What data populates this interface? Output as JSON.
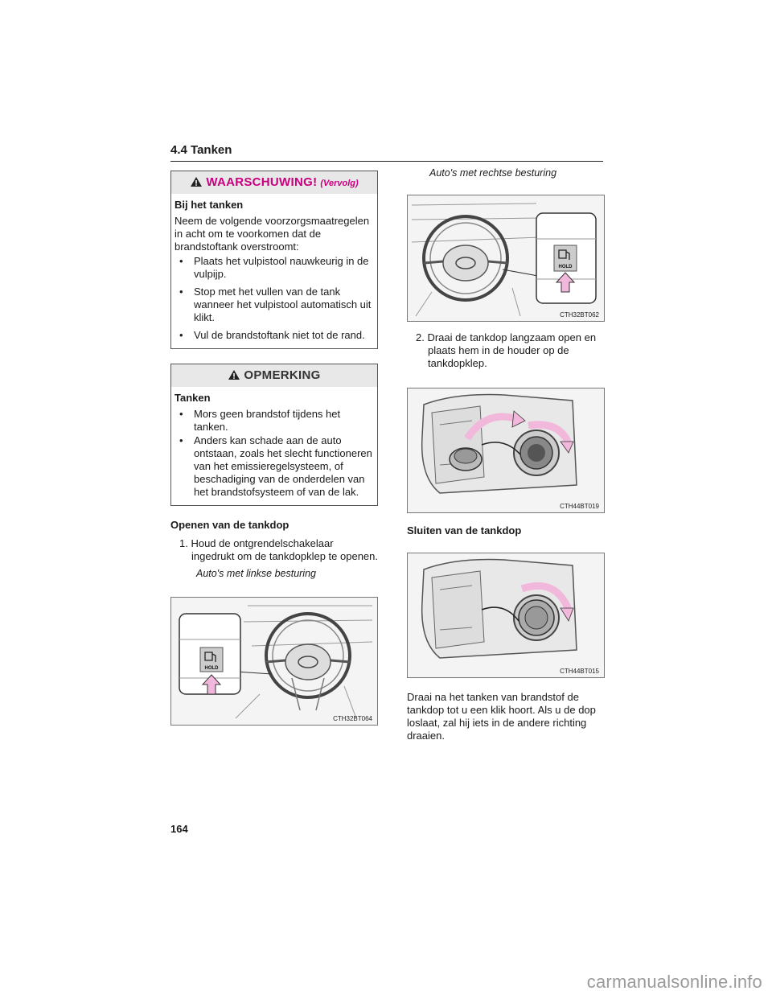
{
  "section": "4.4 Tanken",
  "warning": {
    "title": "WAARSCHUWING!",
    "subtitle": "(Vervolg)",
    "subheading": "Bij het tanken",
    "intro": "Neem de volgende voorzorgsmaatregelen in acht om te voorkomen dat de brandstoftank overstroomt:",
    "bullets": [
      "Plaats het vulpistool nauwkeurig in de vulpijp.",
      "Stop met het vullen van de tank wanneer het vulpistool automatisch uit klikt.",
      "Vul de brandstoftank niet tot de rand."
    ]
  },
  "note": {
    "title": "OPMERKING",
    "subheading": "Tanken",
    "bullets": [
      "Mors geen brandstof tijdens het tanken.",
      "Anders kan schade aan de auto ontstaan, zoals het slecht functioneren van het emissieregelsysteem, of beschadiging van de onderdelen van het brandstofsysteem of van de lak."
    ]
  },
  "opening": {
    "heading": "Openen van de tankdop",
    "step1": "1. Houd de ontgrendelschakelaar ingedrukt om de tankdopklep te openen.",
    "caption_left": "Auto's met linkse besturing",
    "caption_right": "Auto's met rechtse besturing",
    "step2": "2. Draai de tankdop langzaam open en plaats hem in de houder op de tankdopklep."
  },
  "closing": {
    "heading": "Sluiten van de tankdop",
    "text": "Draai na het tanken van brandstof de tankdop tot u een klik hoort. Als u de dop loslaat, zal hij iets in de andere richting draaien."
  },
  "figures": {
    "lhd": {
      "code": "CTH32BT064",
      "label": "HOLD"
    },
    "rhd": {
      "code": "CTH32BT062",
      "label": "HOLD"
    },
    "open_cap": {
      "code": "CTH44BT019"
    },
    "close_cap": {
      "code": "CTH44BT015"
    }
  },
  "page_number": "164",
  "watermark": "carmanualsonline.info",
  "colors": {
    "warning": "#c8007f",
    "arrow": "#f2b8dc"
  }
}
